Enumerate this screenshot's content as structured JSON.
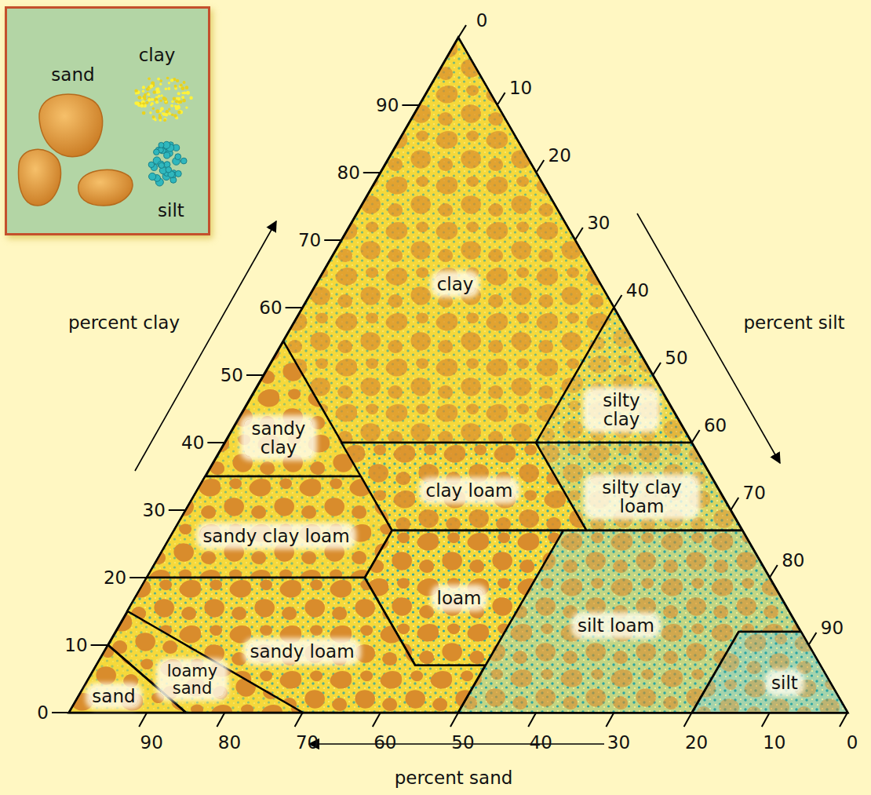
{
  "diagram": {
    "nodes": [
      {
        "text": [
          "sand",
          "clay",
          "silt"
        ]
      },
      {
        "text": [
          "clay"
        ]
      },
      {
        "text": [
          "silty clay"
        ]
      },
      {
        "text": [
          "sandy clay"
        ]
      },
      {
        "text": [
          "clay loam"
        ]
      },
      {
        "text": [
          "silty clay loam"
        ]
      },
      {
        "text": [
          "sandy clay loam"
        ]
      },
      {
        "text": [
          "loam"
        ]
      },
      {
        "text": [
          "silt loam"
        ]
      },
      {
        "text": [
          "sandy loam"
        ]
      },
      {
        "text": [
          "loamy sand"
        ]
      },
      {
        "text": [
          "sand"
        ]
      },
      {
        "text": [
          "silt"
        ]
      }
    ],
    "labels": [
      "90",
      "80",
      "70",
      "60",
      "50",
      "40",
      "30",
      "20",
      "10",
      "0",
      "percent clay",
      "0",
      "10",
      "20",
      "30",
      "40",
      "50",
      "60",
      "70",
      "80",
      "90",
      "percent silt",
      "90",
      "80",
      "70",
      "60",
      "50",
      "40",
      "30",
      "20",
      "10",
      "0",
      "percent sand"
    ]
  }
}
